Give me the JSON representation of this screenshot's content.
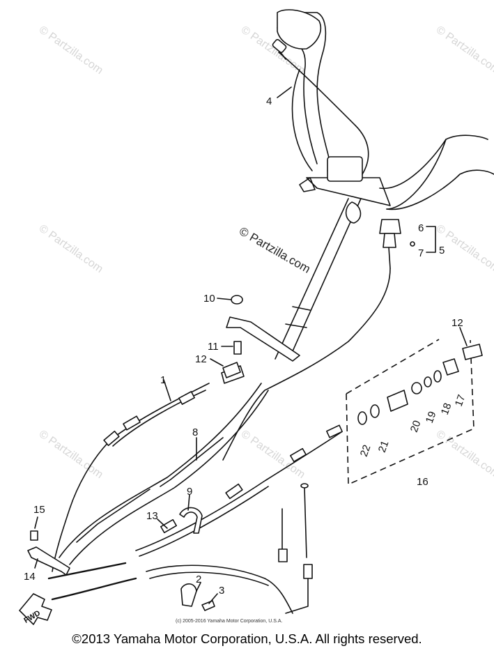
{
  "diagram": {
    "callouts": [
      {
        "id": "c1",
        "text": "1"
      },
      {
        "id": "c2",
        "text": "2"
      },
      {
        "id": "c3",
        "text": "3"
      },
      {
        "id": "c4",
        "text": "4"
      },
      {
        "id": "c5",
        "text": "5"
      },
      {
        "id": "c6",
        "text": "6"
      },
      {
        "id": "c7",
        "text": "7"
      },
      {
        "id": "c8",
        "text": "8"
      },
      {
        "id": "c9",
        "text": "9"
      },
      {
        "id": "c10",
        "text": "10"
      },
      {
        "id": "c11",
        "text": "11"
      },
      {
        "id": "c12a",
        "text": "12"
      },
      {
        "id": "c12b",
        "text": "12"
      },
      {
        "id": "c13",
        "text": "13"
      },
      {
        "id": "c14",
        "text": "14"
      },
      {
        "id": "c15",
        "text": "15"
      },
      {
        "id": "c16",
        "text": "16"
      },
      {
        "id": "c17",
        "text": "17"
      },
      {
        "id": "c18",
        "text": "18"
      },
      {
        "id": "c19",
        "text": "19"
      },
      {
        "id": "c20",
        "text": "20"
      },
      {
        "id": "c21",
        "text": "21"
      },
      {
        "id": "c22",
        "text": "22"
      }
    ],
    "fwd_label": "FWD",
    "center_watermark": "© Partzilla.com",
    "watermark_text": "© Partzilla.com",
    "small_copyright": "(c) 2005-2016 Yamaha Motor Corporation, U.S.A."
  },
  "footer": {
    "copyright": "©2013 Yamaha Motor Corporation, U.S.A. All rights reserved."
  },
  "colors": {
    "line": "#111111",
    "watermark": "#d6d6d6",
    "background": "#ffffff"
  }
}
